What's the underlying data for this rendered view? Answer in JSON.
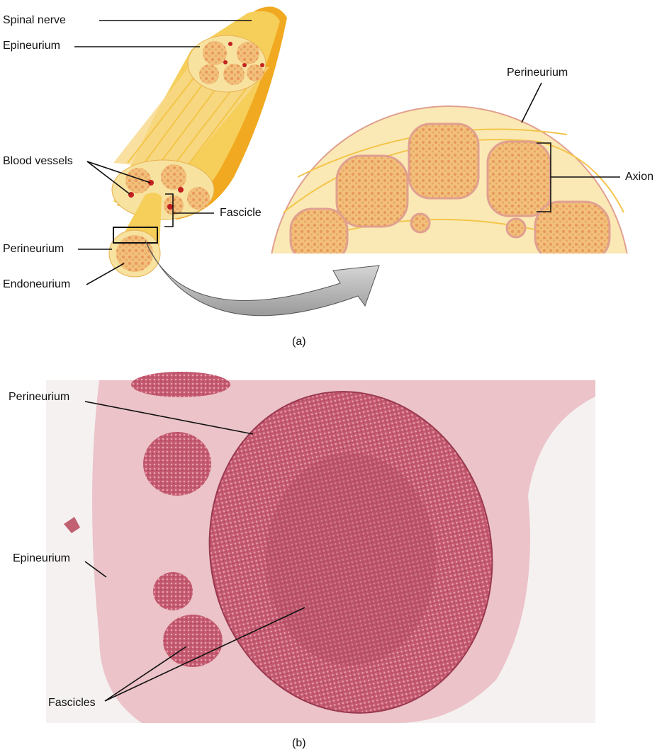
{
  "panel_a": {
    "labels": {
      "spinal_nerve": "Spinal nerve",
      "epineurium": "Epineurium",
      "blood_vessels": "Blood vessels",
      "fascicle": "Fascicle",
      "perineurium": "Perineurium",
      "endoneurium": "Endoneurium",
      "perineurium_detail": "Perineurium",
      "axion": "Axion"
    },
    "caption": "(a)"
  },
  "panel_b": {
    "labels": {
      "perineurium": "Perineurium",
      "epineurium": "Epineurium",
      "fascicles": "Fascicles"
    },
    "caption": "(b)"
  },
  "colors": {
    "nerve_yellow": "#f5c94a",
    "fascicle_fill": "#f0b070",
    "perineurium_pink": "#e0a090",
    "tissue_pink": "#c85a72",
    "arrow_gray": "#aaaaaa"
  }
}
